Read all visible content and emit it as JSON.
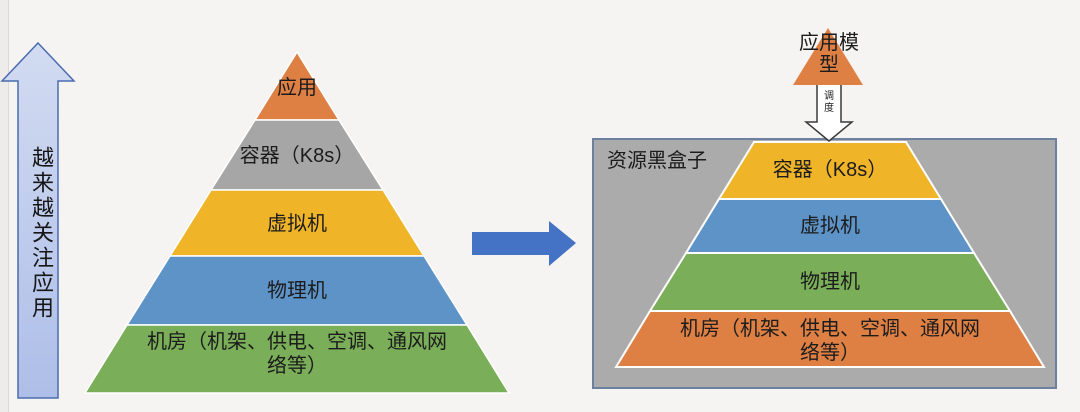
{
  "page": {
    "background": "#F5F4F2"
  },
  "left_arrow": {
    "label": "越来越关注应用",
    "fill_top": "#D2DBF1",
    "fill_bottom": "#AEBEE8",
    "border": "#4C6BB0"
  },
  "left_pyramid": {
    "layers": [
      {
        "label": "应用",
        "color": "#DE8044"
      },
      {
        "label": "容器（K8s）",
        "color": "#A6A6A6"
      },
      {
        "label": "虚拟机",
        "color": "#F0B429"
      },
      {
        "label": "物理机",
        "color": "#5E93C8"
      },
      {
        "label": "机房（机架、供电、空调、通风网络等）",
        "color": "#7AAE58"
      }
    ]
  },
  "transform_arrow": {
    "color": "#4472C4"
  },
  "right_panel": {
    "box_label": "资源黑盒子",
    "box_fill": "#ABABAB",
    "box_border": "#6E80A0",
    "model_triangle": {
      "label": "应用模型",
      "color": "#DE8044"
    },
    "schedule_arrow": {
      "label": "调度",
      "fill": "#FFFFFF",
      "border": "#3A3A3A"
    },
    "layers": [
      {
        "label": "容器（K8s）",
        "color": "#F0B429"
      },
      {
        "label": "虚拟机",
        "color": "#5E93C8"
      },
      {
        "label": "物理机",
        "color": "#7AAE58"
      },
      {
        "label": "机房（机架、供电、空调、通风网络等）",
        "color": "#DE8044"
      }
    ]
  }
}
